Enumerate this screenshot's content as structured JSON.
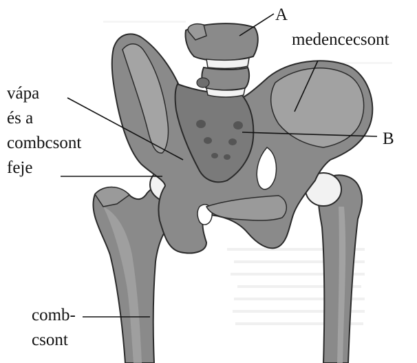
{
  "labels": {
    "a": "A",
    "b": "B",
    "pelvis": "medencecsont",
    "socket_line1": "vápa",
    "socket_line2": "és a",
    "socket_line3": "combcsont",
    "socket_line4": "feje",
    "femur_line1": "comb-",
    "femur_line2": "csont"
  },
  "colors": {
    "bone": "#8a8a8a",
    "bone_dark": "#6e6e6e",
    "bone_light": "#a8a8a8",
    "cartilage": "#f2f2f2",
    "outline": "#2a2a2a",
    "hole": "#555555",
    "ghost_text": "#d7d7d7"
  }
}
